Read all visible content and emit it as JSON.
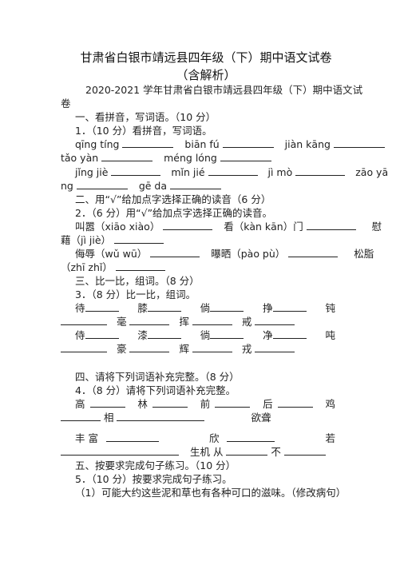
{
  "doc": {
    "title": "甘肃省白银市靖远县四年级（下）期中语文试卷（含解析）",
    "subtitle_line1": "2020-2021  学年甘肃省白银市靖远县四年级（下）期中语文试",
    "subtitle_line2": "卷"
  },
  "s1": {
    "heading": "一、看拼音，写词语。（10 分）",
    "q": "1．（10 分）看拼音，写词语。",
    "py1a": "qīng tíng",
    "py1b": "biān fú",
    "py1c": "jiàn kāng",
    "py2a": "tǎo yàn",
    "py2b": "méng lóng",
    "py3a": "jǐng jiè",
    "py3b": "mǐn jié",
    "py3c": "jì mò",
    "py3d": "zāo yā",
    "py4a": "ng",
    "py4b": "gē  da"
  },
  "s2": {
    "heading": "二、用“√”给加点字选择正确的读音（6 分）",
    "q": "2．（6 分）用“√”给加点字选择正确的读音。",
    "i1": "叫嚣（xiāo xiào）",
    "i2": "看（kàn kān）门",
    "i3": "慰",
    "i4a": "藉（jì jiè）",
    "i5": "侮辱（wǔ wū）",
    "i6": "曝晒（pào pù）",
    "i7": "松脂",
    "i8": "（zhī  zhǐ）"
  },
  "s3": {
    "heading": "三、比一比，组词。（8 分）",
    "q": "3．（8 分）比一比，组词。",
    "r1": [
      "待",
      "膝",
      "倘",
      "挣",
      "钝"
    ],
    "r2": [
      "毫",
      "挥",
      "戒"
    ],
    "r3": [
      "侍",
      "漆",
      "徜",
      "净",
      "吨"
    ],
    "r4": [
      "豪",
      "辉",
      "戎"
    ]
  },
  "s4": {
    "heading": "四、请将下列词语补充完整。（8 分）",
    "q": "4．（8 分）请将下列词语补充完整。",
    "a1": "高",
    "a2": "林",
    "a3": "前",
    "a4": "后",
    "a5": "鸡",
    "b1": "相",
    "b2": "欲聋",
    "c1": "丰  富",
    "c2": "欣",
    "c3": "若",
    "d1": "生机  从",
    "d2": "不"
  },
  "s5": {
    "heading": "五、按要求完成句子练习。（10 分）",
    "q": "5．（10 分）按要求完成句子练习。",
    "sub1": "（1）可能大约这些泥和草也有各种可口的滋味。（修改病句）"
  }
}
